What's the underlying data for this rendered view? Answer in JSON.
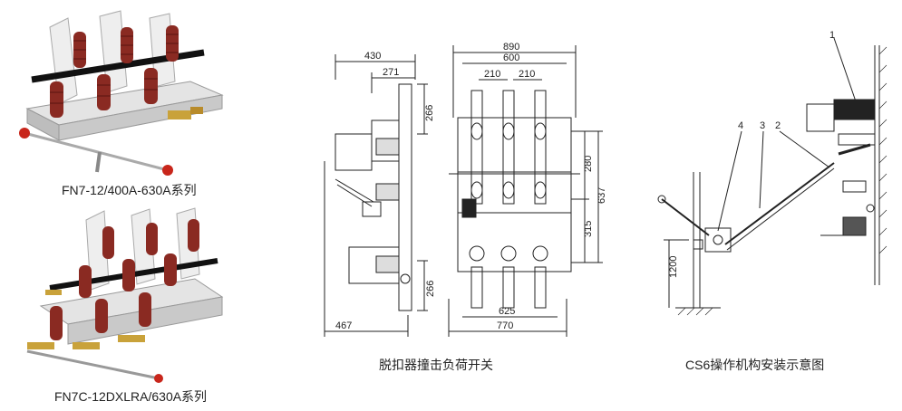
{
  "captions": {
    "fn7": "FN7-12/400A-630A系列",
    "fn7c": "FN7C-12DXLRA/630A系列",
    "trip": "脱扣器撞击负荷开关",
    "cs6": "CS6操作机构安装示意图"
  },
  "side_dims": {
    "d430": "430",
    "d271": "271",
    "d266a": "266",
    "d266b": "266",
    "d467": "467"
  },
  "front_dims": {
    "d890": "890",
    "d600": "600",
    "d210a": "210",
    "d210b": "210",
    "d280": "280",
    "d637": "637",
    "d315": "315",
    "d625": "625",
    "d770": "770"
  },
  "install_labels": {
    "l1": "1",
    "l2": "2",
    "l3": "3",
    "l4": "4",
    "d1200": "1200"
  },
  "colors": {
    "insulator": "#8a2a22",
    "frame": "#d9d9d9",
    "line": "#222222",
    "handle_ball": "#c8261b"
  }
}
